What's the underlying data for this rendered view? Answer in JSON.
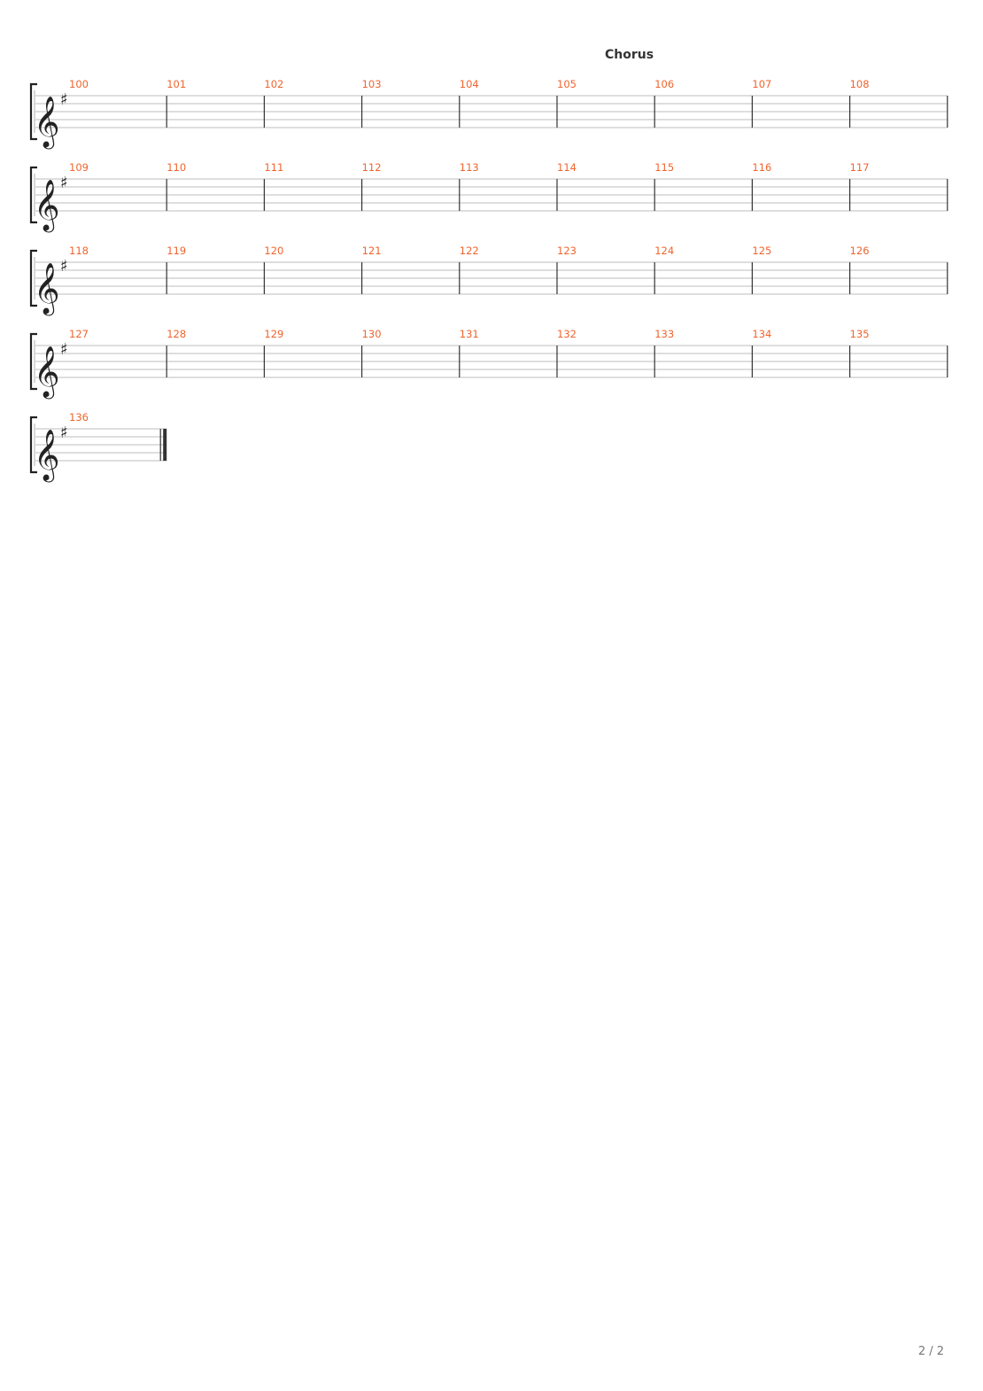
{
  "sections": [
    {
      "label": "Chorus",
      "at_measure": "105"
    }
  ],
  "systems": [
    {
      "measures": [
        "100",
        "101",
        "102",
        "103",
        "104",
        "105",
        "106",
        "107",
        "108"
      ]
    },
    {
      "measures": [
        "109",
        "110",
        "111",
        "112",
        "113",
        "114",
        "115",
        "116",
        "117"
      ]
    },
    {
      "measures": [
        "118",
        "119",
        "120",
        "121",
        "122",
        "123",
        "124",
        "125",
        "126"
      ]
    },
    {
      "measures": [
        "127",
        "128",
        "129",
        "130",
        "131",
        "132",
        "133",
        "134",
        "135"
      ]
    },
    {
      "measures": [
        "136"
      ],
      "final": true
    }
  ],
  "clef": "treble-clef-icon",
  "key_signature": "sharp-icon",
  "colors": {
    "measure_number": "#f0642d",
    "staff_line": "#bdbdbd",
    "barline": "#333333"
  },
  "page_number": "2 / 2"
}
